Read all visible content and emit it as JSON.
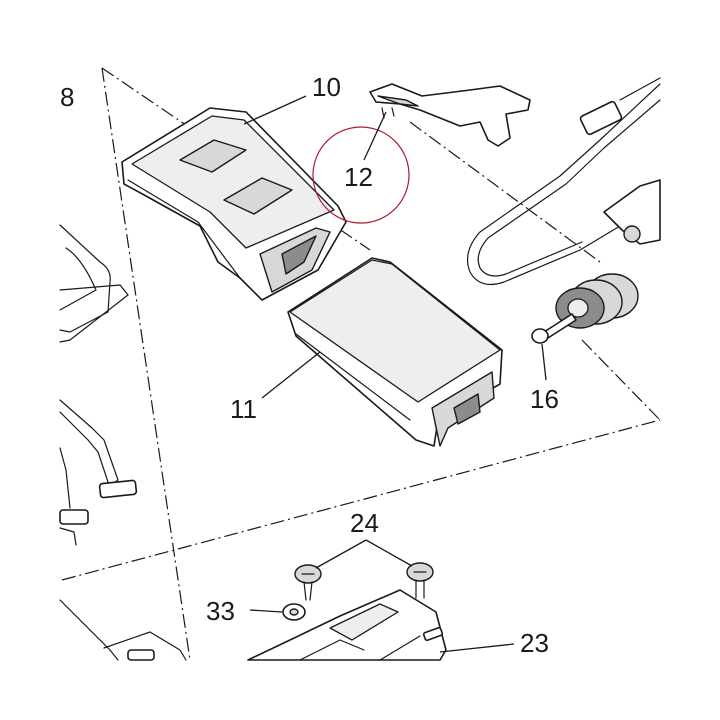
{
  "labels": {
    "p8": "8",
    "p10": "10",
    "p11": "11",
    "p12": "12",
    "p16": "16",
    "p23": "23",
    "p24": "24",
    "p33": "33"
  },
  "colors": {
    "ink": "#1a1a1a",
    "highlight_circle": "#b0182d",
    "background": "#ffffff"
  }
}
